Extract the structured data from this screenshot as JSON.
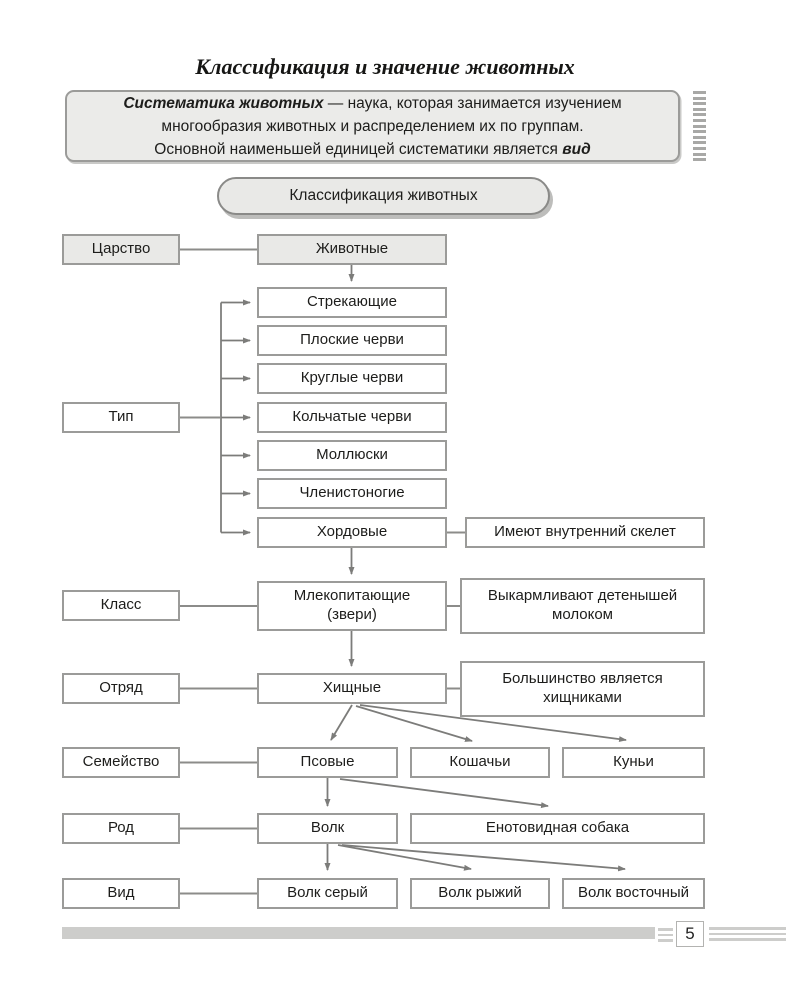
{
  "page": {
    "title": "Классификация и значение животных",
    "page_number": "5"
  },
  "intro": {
    "line1_bold": "Систематика животных",
    "line1_rest": " — наука, которая занимается изучением",
    "line2": "многообразия животных и распределением их по группам.",
    "line3_start": "Основной наименьшей единицей систематики является ",
    "line3_bold": "вид"
  },
  "classification_pill": "Классификация животных",
  "rank_labels": {
    "kingdom": "Царство",
    "phylum": "Тип",
    "class": "Класс",
    "order": "Отряд",
    "family": "Семейство",
    "genus": "Род",
    "species": "Вид"
  },
  "taxa": {
    "kingdom": "Животные",
    "phyla": [
      "Стрекающие",
      "Плоские черви",
      "Круглые черви",
      "Кольчатые черви",
      "Моллюски",
      "Членистоногие",
      "Хордовые"
    ],
    "class_lines": [
      "Млекопитающие",
      "(звери)"
    ],
    "order": "Хищные",
    "families": [
      "Псовые",
      "Кошачьи",
      "Куньи"
    ],
    "genera": [
      "Волк",
      "Енотовидная собака"
    ],
    "species": [
      "Волк серый",
      "Волк рыжий",
      "Волк восточный"
    ]
  },
  "notes": {
    "chordata": "Имеют внутренний скелет",
    "mammals": [
      "Выкармливают детенышей",
      "молоком"
    ],
    "carnivora": [
      "Большинство является",
      "хищниками"
    ]
  },
  "colors": {
    "box_fill_gray": "#e9e9e7",
    "box_border": "#9b9b99",
    "connector_line": "#7c7c7a"
  }
}
